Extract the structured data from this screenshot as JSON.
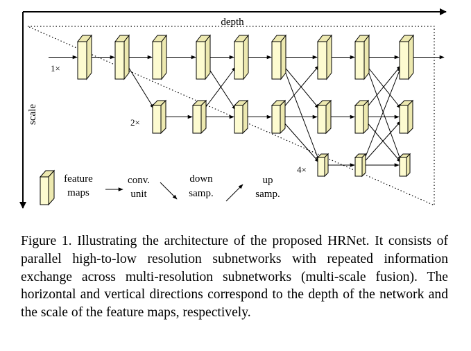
{
  "diagram": {
    "axis_depth_label": "depth",
    "axis_scale_label": "scale",
    "row_labels": [
      "1×",
      "2×",
      "4×"
    ],
    "legend": {
      "feature_maps": [
        "feature",
        "maps"
      ],
      "conv_unit": [
        "conv.",
        "unit"
      ],
      "down_sampling": [
        "down",
        "samp."
      ],
      "up_sampling": [
        "up",
        "samp."
      ]
    },
    "colors": {
      "block_front": "#fdfbd0",
      "block_side": "#ede9b0",
      "stroke": "#000000"
    },
    "rows": [
      {
        "resolution": "1×",
        "blocks": 9
      },
      {
        "resolution": "2×",
        "blocks": 7
      },
      {
        "resolution": "4×",
        "blocks": 3
      }
    ]
  },
  "caption": {
    "label": "Figure 1.",
    "text": " Illustrating the architecture of the proposed HRNet. It consists of parallel high-to-low resolution subnetworks with repeated information exchange across multi-resolution subnetworks (multi-scale fusion). The horizontal and vertical directions correspond to the depth of the network and the scale of the feature maps, respectively."
  }
}
